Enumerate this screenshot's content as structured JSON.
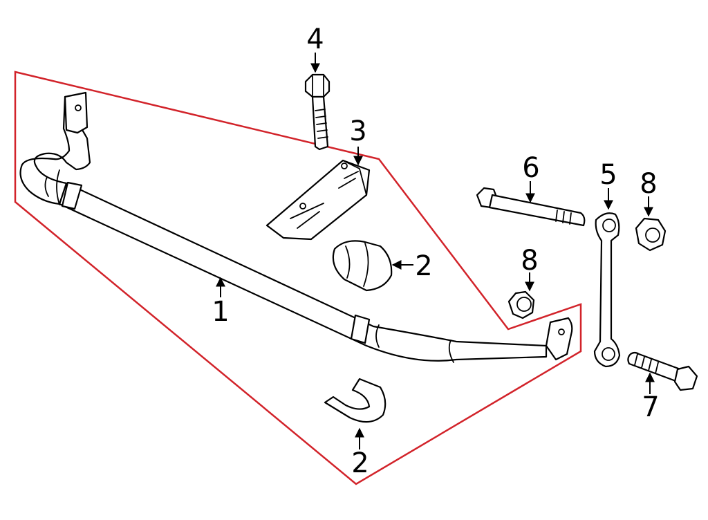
{
  "colors": {
    "outline": "#000000",
    "group_boundary": "#d2232a",
    "background": "#ffffff"
  },
  "callouts": [
    {
      "id": "c1",
      "label": "1"
    },
    {
      "id": "c2a",
      "label": "2"
    },
    {
      "id": "c2b",
      "label": "2"
    },
    {
      "id": "c3",
      "label": "3"
    },
    {
      "id": "c4",
      "label": "4"
    },
    {
      "id": "c5",
      "label": "5"
    },
    {
      "id": "c6",
      "label": "6"
    },
    {
      "id": "c7",
      "label": "7"
    },
    {
      "id": "c8a",
      "label": "8"
    },
    {
      "id": "c8b",
      "label": "8"
    }
  ]
}
